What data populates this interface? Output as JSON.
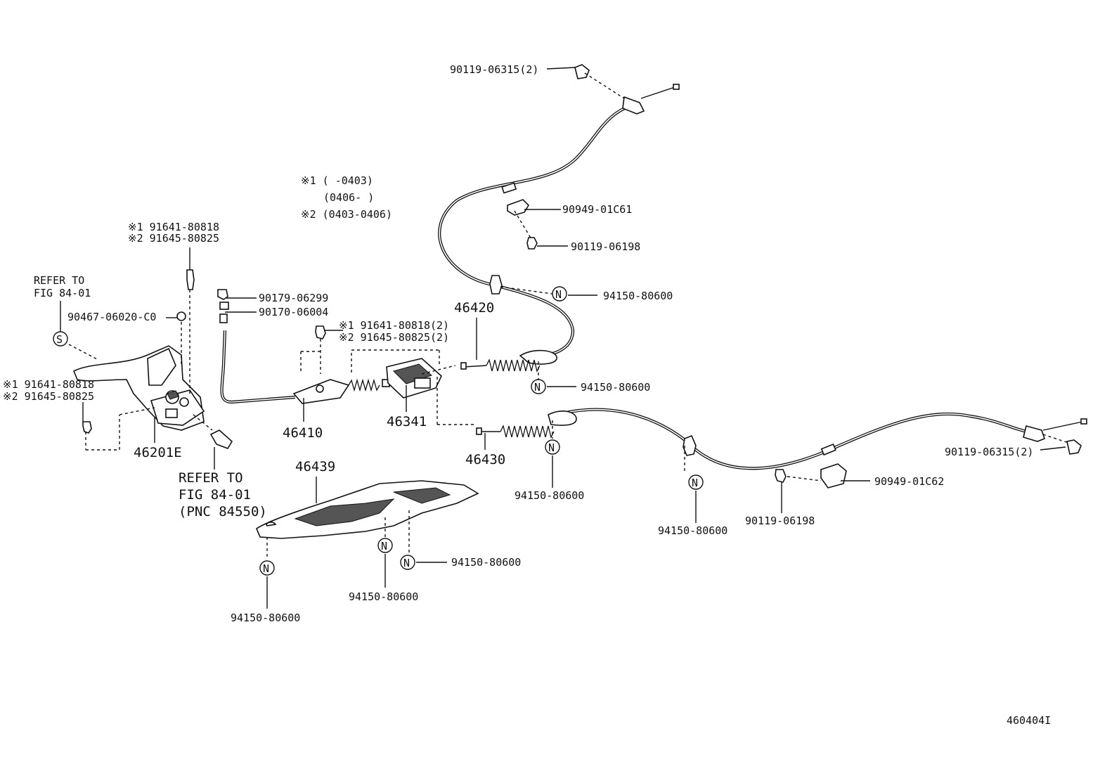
{
  "notes": {
    "line1": "※1 (     -0403)",
    "line2": "(0406-     )",
    "line3": "※2 (0403-0406)"
  },
  "symbols": {
    "n": "N",
    "s": "S"
  },
  "labels": {
    "p90119_06315_top": "90119-06315(2)",
    "p90949_01c61": "90949-01C61",
    "p90119_06198_top": "90119-06198",
    "p94150_80600_a": "94150-80600",
    "p46420": "46420",
    "p94150_80600_b": "94150-80600",
    "p90179_06299": "90179-06299",
    "p90170_06004": "90170-06004",
    "p_x1_91641_80818_2": "※1 91641-80818(2)",
    "p_x2_91645_80825_2": "※2 91645-80825(2)",
    "p_x1_91641_80818_top": "※1 91641-80818",
    "p_x2_91645_80825_top": "※2 91645-80825",
    "refer_to_1": "REFER TO",
    "fig_84_01_1": "FIG 84-01",
    "p90467_06020": "90467-06020-C0",
    "p_x1_91641_80818_left": "※1 91641-80818",
    "p_x2_91645_80825_left": "※2 91645-80825",
    "p46201e": "46201E",
    "p46410": "46410",
    "p46341": "46341",
    "p46430": "46430",
    "refer_to_2": "REFER TO",
    "fig_84_01_2": "FIG 84-01",
    "pnc_84550": "(PNC 84550)",
    "p46439": "46439",
    "p94150_80600_c": "94150-80600",
    "p94150_80600_d": "94150-80600",
    "p94150_80600_e": "94150-80600",
    "p94150_80600_f": "94150-80600",
    "p94150_80600_g": "94150-80600",
    "p90119_06198_right": "90119-06198",
    "p90949_01c62": "90949-01C62",
    "p90119_06315_right": "90119-06315(2)",
    "figure_id": "460404I"
  }
}
